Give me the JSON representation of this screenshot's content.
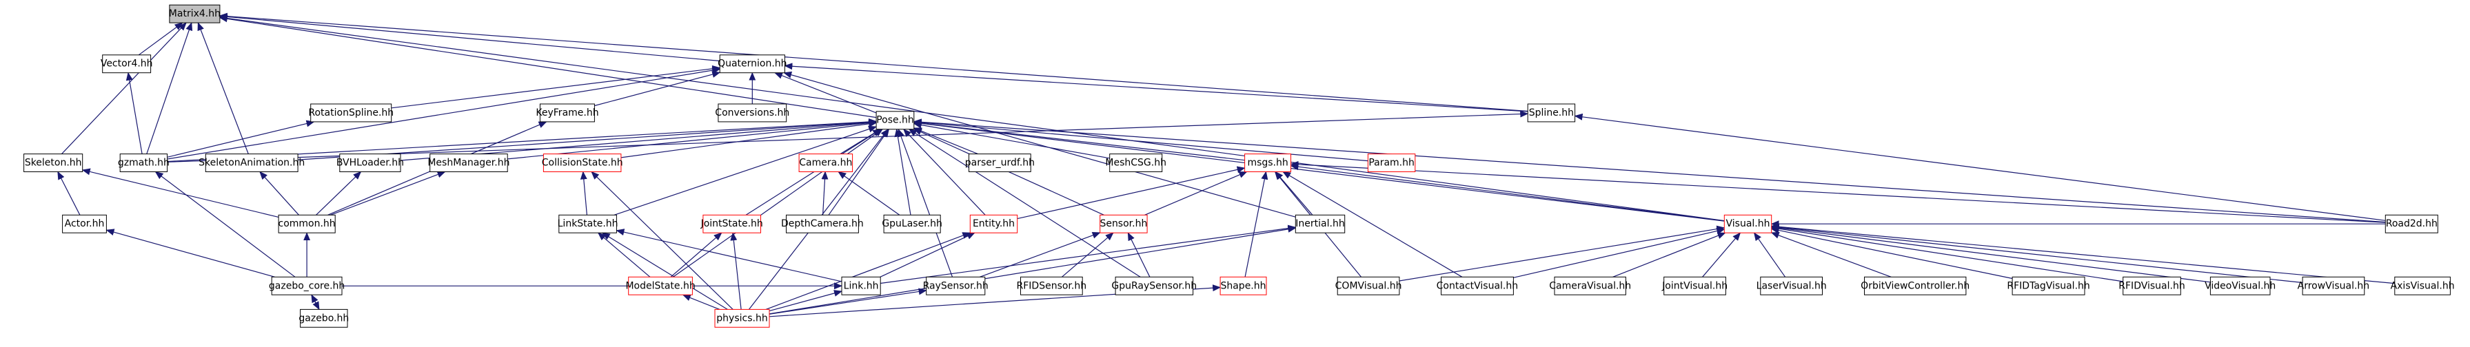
{
  "colors": {
    "focused_fill": "#bfbfbf",
    "node_fill": "#ffffff",
    "border_default": "#000000",
    "border_truncated": "#ff0000",
    "edge": "#191970",
    "label": "#000000"
  },
  "graph": {
    "nodes": [
      {
        "id": "matrix4",
        "label": "Matrix4.hh",
        "focused": true
      },
      {
        "id": "vector4",
        "label": "Vector4.hh"
      },
      {
        "id": "quaternion",
        "label": "Quaternion.hh"
      },
      {
        "id": "rotationspline",
        "label": "RotationSpline.hh"
      },
      {
        "id": "keyframe",
        "label": "KeyFrame.hh"
      },
      {
        "id": "conversions",
        "label": "Conversions.hh"
      },
      {
        "id": "spline",
        "label": "Spline.hh"
      },
      {
        "id": "pose",
        "label": "Pose.hh"
      },
      {
        "id": "skeleton",
        "label": "Skeleton.hh"
      },
      {
        "id": "gzmath",
        "label": "gzmath.hh"
      },
      {
        "id": "skelanim",
        "label": "SkeletonAnimation.hh"
      },
      {
        "id": "bvhloader",
        "label": "BVHLoader.hh"
      },
      {
        "id": "meshmanager",
        "label": "MeshManager.hh"
      },
      {
        "id": "collisionstate",
        "label": "CollisionState.hh",
        "truncated": true
      },
      {
        "id": "camera",
        "label": "Camera.hh",
        "truncated": true
      },
      {
        "id": "parser_urdf",
        "label": "parser_urdf.hh"
      },
      {
        "id": "meshcsg",
        "label": "MeshCSG.hh"
      },
      {
        "id": "msgs",
        "label": "msgs.hh",
        "truncated": true
      },
      {
        "id": "param",
        "label": "Param.hh",
        "truncated": true
      },
      {
        "id": "actor",
        "label": "Actor.hh"
      },
      {
        "id": "common",
        "label": "common.hh"
      },
      {
        "id": "linkstate",
        "label": "LinkState.hh"
      },
      {
        "id": "jointstate",
        "label": "JointState.hh",
        "truncated": true
      },
      {
        "id": "depthcamera",
        "label": "DepthCamera.hh"
      },
      {
        "id": "gpulaser",
        "label": "GpuLaser.hh"
      },
      {
        "id": "entity",
        "label": "Entity.hh",
        "truncated": true
      },
      {
        "id": "sensor",
        "label": "Sensor.hh",
        "truncated": true
      },
      {
        "id": "inertial",
        "label": "Inertial.hh"
      },
      {
        "id": "visual",
        "label": "Visual.hh",
        "truncated": true
      },
      {
        "id": "gazebo_core",
        "label": "gazebo_core.hh"
      },
      {
        "id": "modelstate",
        "label": "ModelState.hh",
        "truncated": true
      },
      {
        "id": "link",
        "label": "Link.hh"
      },
      {
        "id": "raysensor",
        "label": "RaySensor.hh"
      },
      {
        "id": "rfidsensor",
        "label": "RFIDSensor.hh"
      },
      {
        "id": "gpuraysensor",
        "label": "GpuRaySensor.hh"
      },
      {
        "id": "shape",
        "label": "Shape.hh",
        "truncated": true
      },
      {
        "id": "comvisual",
        "label": "COMVisual.hh"
      },
      {
        "id": "contactvisual",
        "label": "ContactVisual.hh"
      },
      {
        "id": "cameravisual",
        "label": "CameraVisual.hh"
      },
      {
        "id": "jointvisual",
        "label": "JointVisual.hh"
      },
      {
        "id": "laservisual",
        "label": "LaserVisual.hh"
      },
      {
        "id": "orbitview",
        "label": "OrbitViewController.hh"
      },
      {
        "id": "rfidtagvisual",
        "label": "RFIDTagVisual.hh"
      },
      {
        "id": "rfidvisual",
        "label": "RFIDVisual.hh"
      },
      {
        "id": "videovisual",
        "label": "VideoVisual.hh"
      },
      {
        "id": "arrowvisual",
        "label": "ArrowVisual.hh"
      },
      {
        "id": "axisvisual",
        "label": "AxisVisual.hh"
      },
      {
        "id": "road2d",
        "label": "Road2d.hh"
      },
      {
        "id": "gazebo",
        "label": "gazebo.hh"
      },
      {
        "id": "physics",
        "label": "physics.hh",
        "truncated": true
      }
    ],
    "edges": [
      [
        "vector4",
        "matrix4"
      ],
      [
        "gzmath",
        "matrix4"
      ],
      [
        "skeleton",
        "matrix4"
      ],
      [
        "skelanim",
        "matrix4"
      ],
      [
        "quaternion",
        "matrix4"
      ],
      [
        "spline",
        "matrix4"
      ],
      [
        "pose",
        "matrix4"
      ],
      [
        "visual",
        "matrix4"
      ],
      [
        "gzmath",
        "vector4"
      ],
      [
        "rotationspline",
        "quaternion"
      ],
      [
        "keyframe",
        "quaternion"
      ],
      [
        "conversions",
        "quaternion"
      ],
      [
        "pose",
        "quaternion"
      ],
      [
        "spline",
        "quaternion"
      ],
      [
        "gzmath",
        "quaternion"
      ],
      [
        "inertial",
        "quaternion"
      ],
      [
        "gzmath",
        "rotationspline"
      ],
      [
        "common",
        "keyframe"
      ],
      [
        "gzmath",
        "spline"
      ],
      [
        "road2d",
        "spline"
      ],
      [
        "gzmath",
        "pose"
      ],
      [
        "skelanim",
        "pose"
      ],
      [
        "bvhloader",
        "pose"
      ],
      [
        "meshmanager",
        "pose"
      ],
      [
        "collisionstate",
        "pose"
      ],
      [
        "camera",
        "pose"
      ],
      [
        "parser_urdf",
        "pose"
      ],
      [
        "meshcsg",
        "pose"
      ],
      [
        "msgs",
        "pose"
      ],
      [
        "param",
        "pose"
      ],
      [
        "linkstate",
        "pose"
      ],
      [
        "jointstate",
        "pose"
      ],
      [
        "modelstate",
        "pose"
      ],
      [
        "entity",
        "pose"
      ],
      [
        "sensor",
        "pose"
      ],
      [
        "gpuraysensor",
        "pose"
      ],
      [
        "raysensor",
        "pose"
      ],
      [
        "visual",
        "pose"
      ],
      [
        "road2d",
        "pose"
      ],
      [
        "depthcamera",
        "pose"
      ],
      [
        "gpulaser",
        "pose"
      ],
      [
        "physics",
        "pose"
      ],
      [
        "actor",
        "skeleton"
      ],
      [
        "common",
        "skeleton"
      ],
      [
        "gazebo_core",
        "gzmath"
      ],
      [
        "common",
        "skelanim"
      ],
      [
        "common",
        "bvhloader"
      ],
      [
        "common",
        "meshmanager"
      ],
      [
        "linkstate",
        "collisionstate"
      ],
      [
        "physics",
        "collisionstate"
      ],
      [
        "depthcamera",
        "camera"
      ],
      [
        "gpulaser",
        "camera"
      ],
      [
        "entity",
        "msgs"
      ],
      [
        "sensor",
        "msgs"
      ],
      [
        "inertial",
        "msgs"
      ],
      [
        "shape",
        "msgs"
      ],
      [
        "visual",
        "msgs"
      ],
      [
        "comvisual",
        "msgs"
      ],
      [
        "contactvisual",
        "msgs"
      ],
      [
        "road2d",
        "msgs"
      ],
      [
        "gazebo_core",
        "actor"
      ],
      [
        "gazebo_core",
        "common"
      ],
      [
        "modelstate",
        "linkstate"
      ],
      [
        "link",
        "linkstate"
      ],
      [
        "physics",
        "linkstate"
      ],
      [
        "modelstate",
        "jointstate"
      ],
      [
        "physics",
        "jointstate"
      ],
      [
        "link",
        "entity"
      ],
      [
        "physics",
        "entity"
      ],
      [
        "raysensor",
        "sensor"
      ],
      [
        "rfidsensor",
        "sensor"
      ],
      [
        "gpuraysensor",
        "sensor"
      ],
      [
        "link",
        "inertial"
      ],
      [
        "physics",
        "inertial"
      ],
      [
        "comvisual",
        "visual"
      ],
      [
        "contactvisual",
        "visual"
      ],
      [
        "cameravisual",
        "visual"
      ],
      [
        "jointvisual",
        "visual"
      ],
      [
        "laservisual",
        "visual"
      ],
      [
        "orbitview",
        "visual"
      ],
      [
        "rfidtagvisual",
        "visual"
      ],
      [
        "rfidvisual",
        "visual"
      ],
      [
        "videovisual",
        "visual"
      ],
      [
        "arrowvisual",
        "visual"
      ],
      [
        "axisvisual",
        "visual"
      ],
      [
        "road2d",
        "visual"
      ],
      [
        "gazebo",
        "gazebo_core"
      ],
      [
        "gazebo_core",
        "gazebo"
      ],
      [
        "gazebo_core",
        "link"
      ],
      [
        "physics",
        "modelstate"
      ],
      [
        "physics",
        "link"
      ],
      [
        "physics",
        "shape"
      ],
      [
        "physics",
        "raysensor"
      ]
    ]
  }
}
